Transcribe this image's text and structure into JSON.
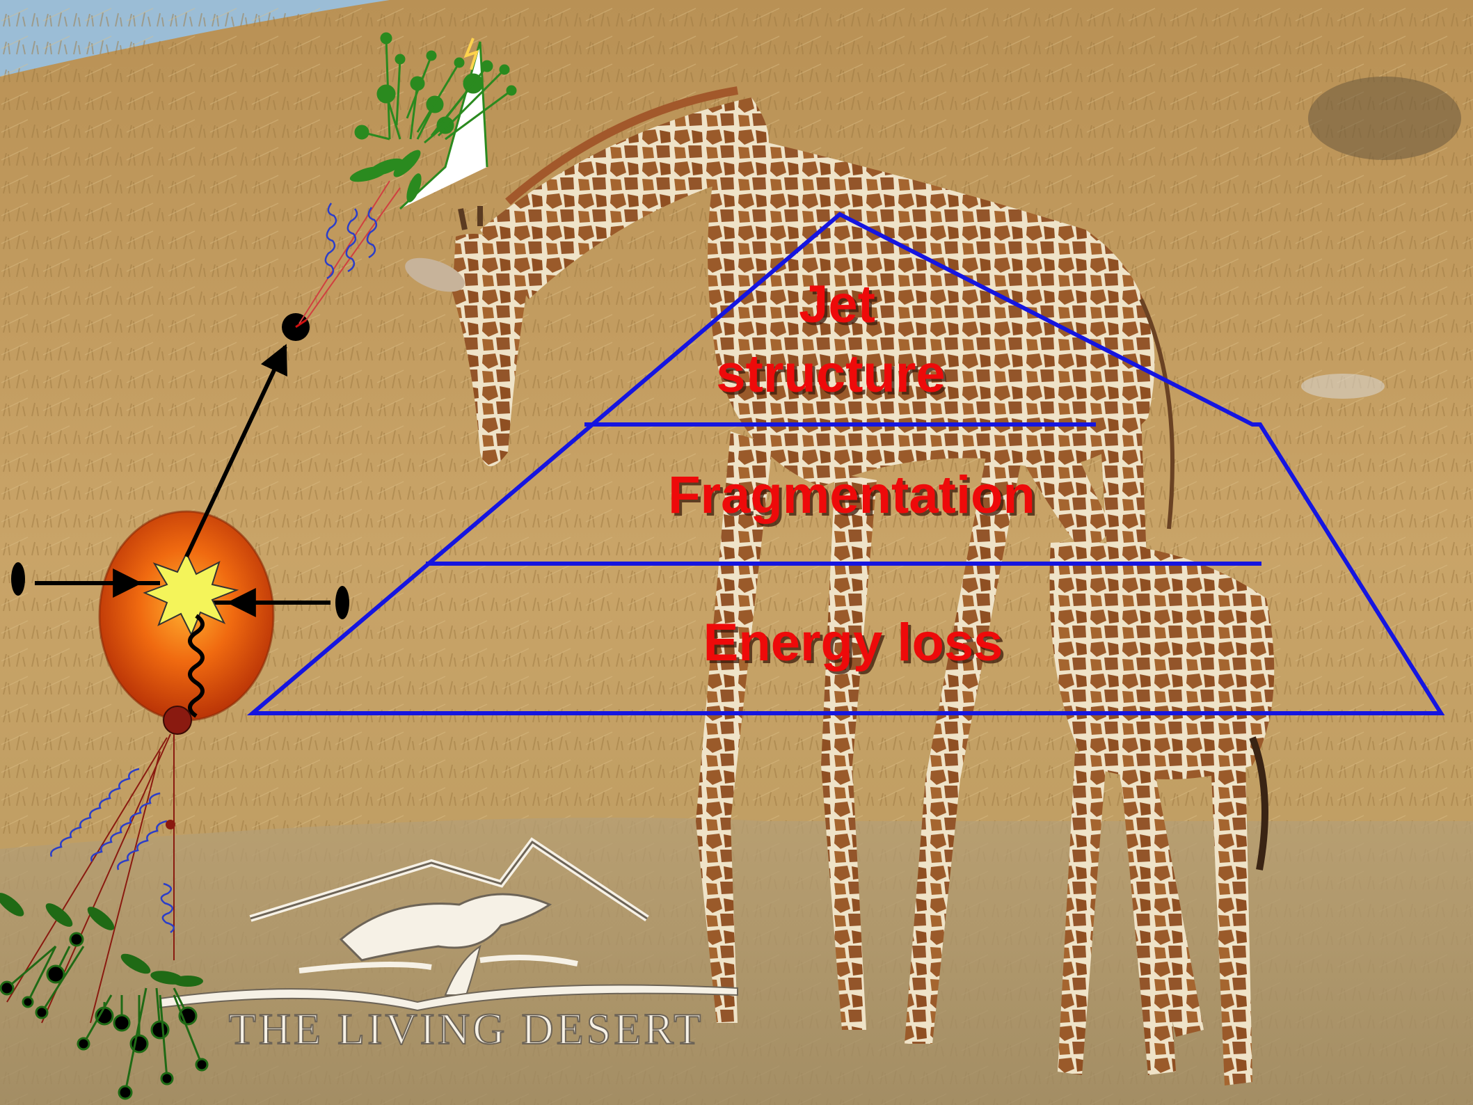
{
  "diagram": {
    "pyramid": {
      "tiers": [
        {
          "label_lines": [
            "Jet",
            "structure"
          ]
        },
        {
          "label_lines": [
            "Fragmentation"
          ]
        },
        {
          "label_lines": [
            "Energy loss"
          ]
        }
      ],
      "line_color": "#1515e0",
      "text_color": "#ee0a0a"
    },
    "logo": {
      "text": "THE LIVING DESERT"
    },
    "colors": {
      "sky": "#8fb3cf",
      "hill_grass": "#c7a062",
      "ground": "#a99570",
      "giraffe_base": "#b07a45",
      "giraffe_patch_line": "#efe3c8",
      "collision_fireball": "#e3550a",
      "collision_flash": "#f4f45a",
      "gluon_spiral": "#2b3ec9",
      "hadron_green": "#2a8a1f",
      "arrow": "#000000"
    },
    "icons": [
      "incoming-beam-particle-icon",
      "collision-flash-icon",
      "gluon-spring-icon",
      "jet-shower-icon",
      "mountain-cheetah-logo-icon"
    ]
  }
}
